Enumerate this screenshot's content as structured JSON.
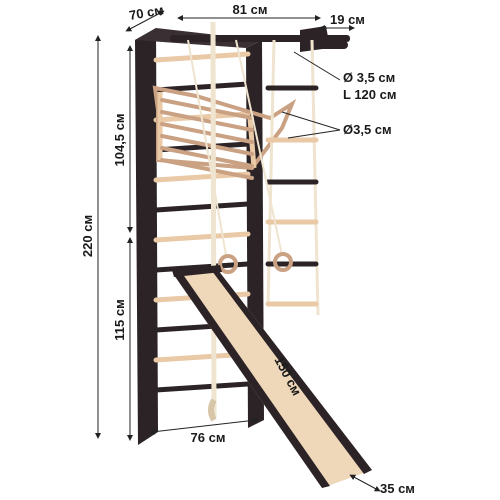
{
  "colors": {
    "frame": "#2b2326",
    "frame_edge": "#151012",
    "wood": "#e9c9a6",
    "wood_shade": "#caa283",
    "rope": "#efe4cf",
    "slide": "#efd7b9",
    "line": "#222222"
  },
  "dimensions": {
    "depth": "70 см",
    "bar_width": "81 см",
    "bar_reach": "19 см",
    "bar_diameter": "Ø 3,5 см",
    "bar_length": "L 120 см",
    "rung_diameter": "Ø3,5 см",
    "upper_height": "104,5 см",
    "total_height": "220 см",
    "lower_height": "115 см",
    "slide_length": "150 см",
    "base_width": "76 см",
    "slide_width": "35 см"
  }
}
